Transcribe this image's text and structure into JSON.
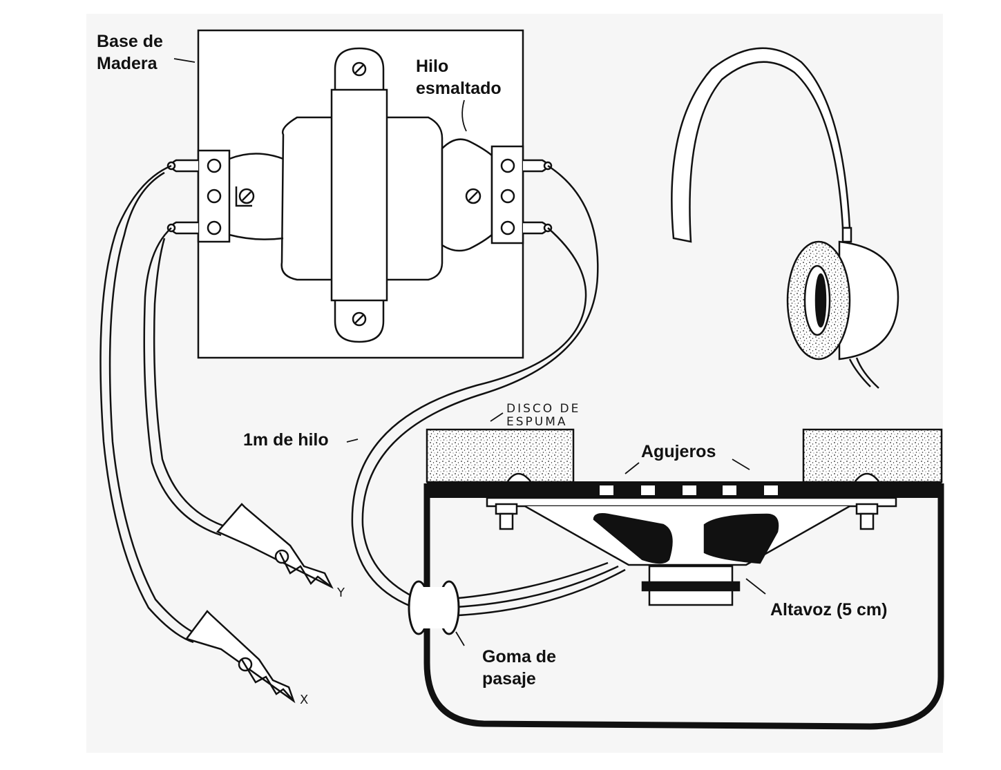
{
  "labels": {
    "base_line1": "Base de",
    "base_line2": "Madera",
    "hilo_line1": "Hilo",
    "hilo_line2": "esmaltado",
    "disco_line1": "DISCO DE",
    "disco_line2": "ESPUMA",
    "hilo_1m": "1m de hilo",
    "agujeros": "Agujeros",
    "altavoz": "Altavoz (5 cm)",
    "goma_line1": "Goma de",
    "goma_line2": "pasaje",
    "clip_y": "Y",
    "clip_x": "X"
  },
  "colors": {
    "ink": "#111111",
    "paper": "#ffffff",
    "shade": "#f4f4f4"
  }
}
